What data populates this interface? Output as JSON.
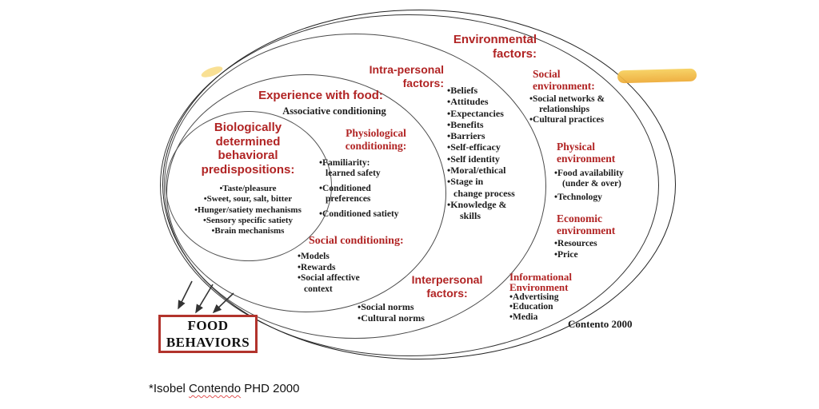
{
  "colors": {
    "accent_red": "#b12424",
    "ink": "#1b1b1b",
    "stroke_dark": "#232323",
    "stroke_mid": "#4a4a4a",
    "box_border": "#b2332c",
    "highlight_a": "#f6cf5a",
    "highlight_b": "#eda933"
  },
  "rings": {
    "bio": {
      "title_lines": [
        "Biologically",
        "determined",
        "behavioral",
        "predispositions:"
      ],
      "items": [
        "•Taste/pleasure",
        "•Sweet, sour, salt, bitter",
        "•Hunger/satiety mechanisms",
        "•Sensory specific satiety",
        "•Brain mechanisms"
      ]
    },
    "experience": {
      "title": "Experience with food:",
      "subtitle": "Associative conditioning",
      "physiological": {
        "title_lines": [
          "Physiological",
          "conditioning:"
        ],
        "items": [
          "•Familiarity:",
          "learned safety",
          "•Conditioned",
          "preferences",
          "•Conditioned satiety"
        ]
      },
      "social_conditioning": {
        "title": "Social conditioning:",
        "items": [
          "•Models",
          "•Rewards",
          "•Social affective",
          "context"
        ]
      }
    },
    "intrapersonal": {
      "title_lines": [
        "Intra-personal",
        "factors:"
      ],
      "items": [
        "•Beliefs",
        "•Attitudes",
        "•Expectancies",
        "•Benefits",
        "•Barriers",
        "•Self-efficacy",
        "•Self identity",
        "•Moral/ethical",
        "•Stage in",
        "change process",
        "•Knowledge &",
        "skills"
      ],
      "interpersonal": {
        "title_lines": [
          "Interpersonal",
          "factors:"
        ],
        "items": [
          "•Social norms",
          "•Cultural norms"
        ]
      }
    },
    "environmental": {
      "title_lines": [
        "Environmental",
        "factors:"
      ],
      "social": {
        "title_lines": [
          "Social",
          "environment:"
        ],
        "items": [
          "•Social networks &",
          "relationships",
          "•Cultural practices"
        ]
      },
      "physical": {
        "title_lines": [
          "Physical",
          "environment"
        ],
        "items": [
          "•Food availability",
          "(under & over)",
          "•Technology"
        ]
      },
      "economic": {
        "title_lines": [
          "Economic",
          "environment"
        ],
        "items": [
          "•Resources",
          "•Price"
        ]
      },
      "informational": {
        "title_lines": [
          "Informational",
          "Environment"
        ],
        "items": [
          "•Advertising",
          "•Education",
          "•Media"
        ]
      },
      "attribution": "Contento 2000"
    }
  },
  "outcome_box": {
    "lines": [
      "FOOD",
      "BEHAVIORS"
    ]
  },
  "caption": {
    "prefix": "*Isobel ",
    "misspelled_word": "Contendo",
    "suffix": " PHD 2000"
  }
}
